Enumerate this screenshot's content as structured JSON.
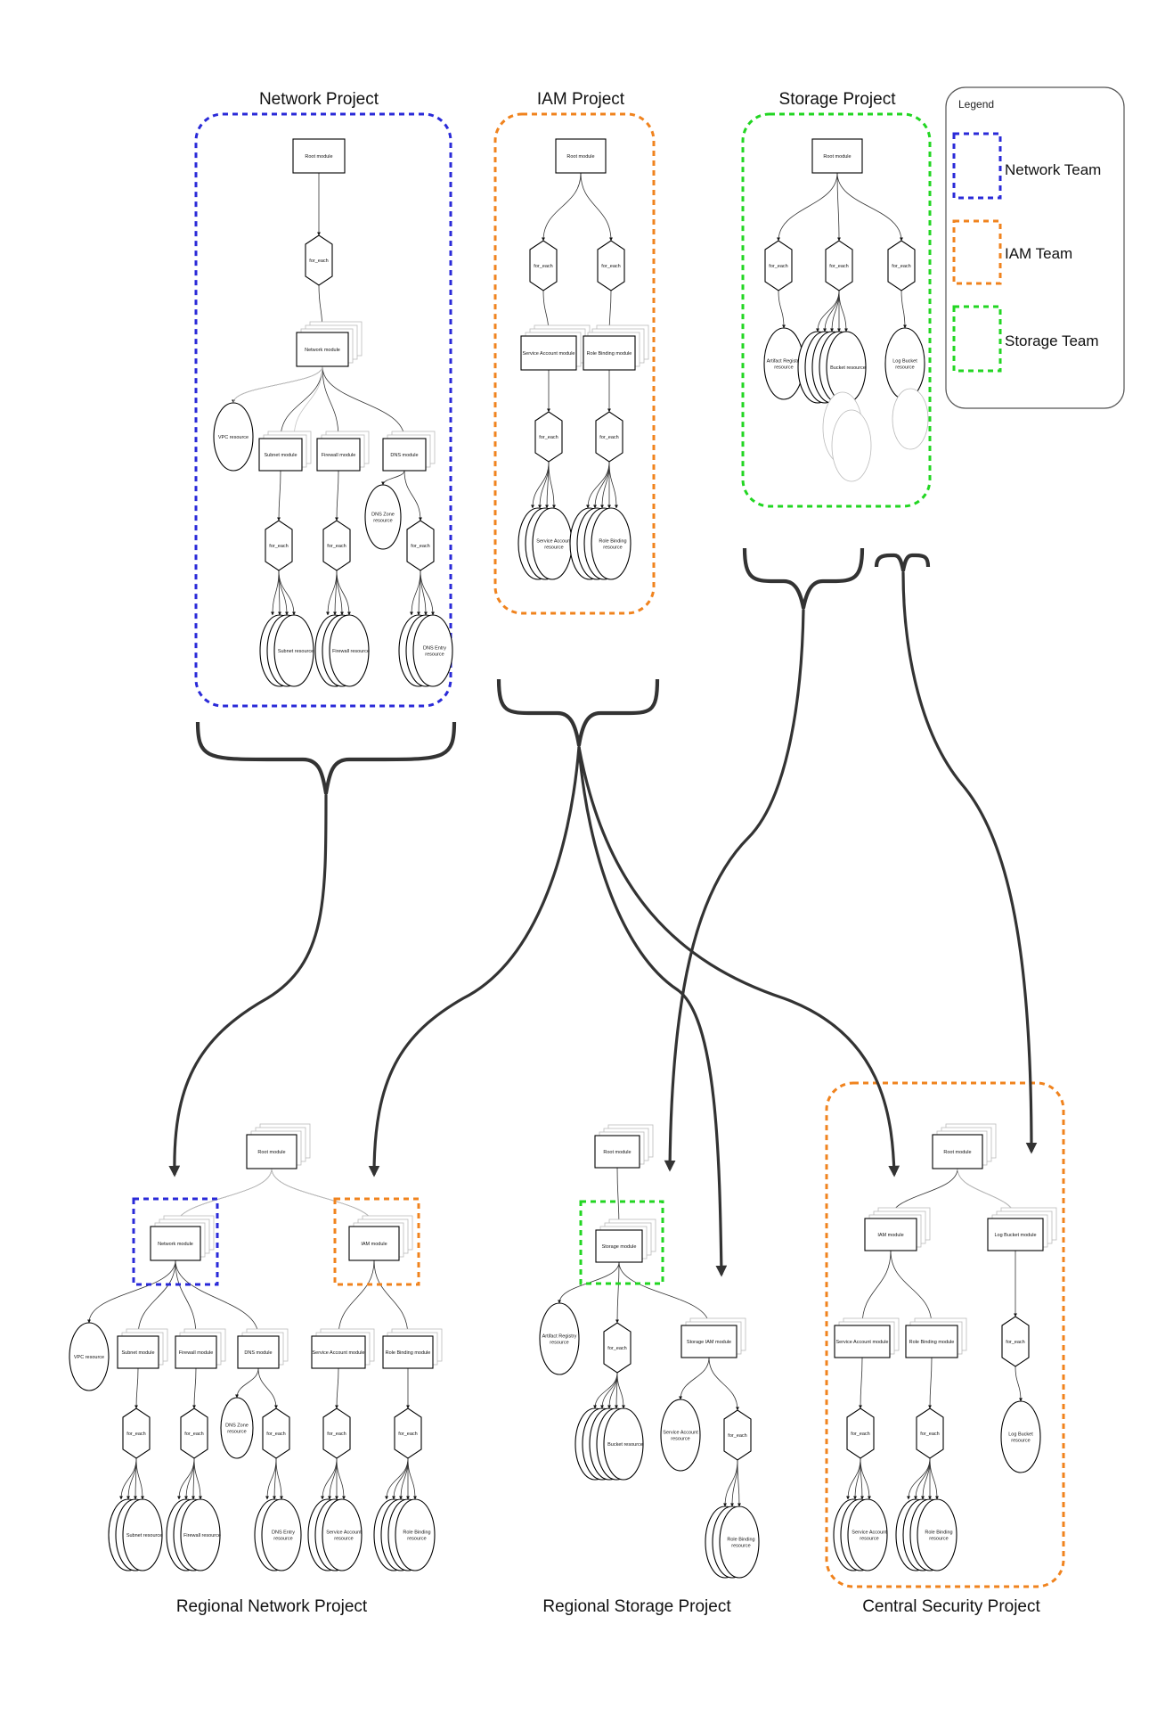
{
  "titles": {
    "network_project": "Network Project",
    "iam_project": "IAM Project",
    "storage_project": "Storage Project",
    "regional_network_project": "Regional Network Project",
    "regional_storage_project": "Regional Storage Project",
    "central_security_project": "Central Security Project"
  },
  "legend": {
    "title": "Legend",
    "items": [
      {
        "label": "Network Team",
        "color": "#2a2ad8"
      },
      {
        "label": "IAM Team",
        "color": "#f0831e"
      },
      {
        "label": "Storage Team",
        "color": "#22d622"
      }
    ]
  },
  "colors": {
    "network": "#2a2ad8",
    "iam": "#f0831e",
    "storage": "#22d622",
    "line": "#333333"
  },
  "labels": {
    "root_module": "Root module",
    "for_each": "for_each",
    "network_module": "Network module",
    "vpc_resource": "VPC resource",
    "subnet_module": "Subnet module",
    "firewall_module": "Firewall module",
    "dns_module": "DNS module",
    "dns_zone_1": "DNS Zone",
    "dns_zone_2": "resource",
    "subnet_resource": "Subnet resource",
    "firewall_resource": "Firewall resource",
    "dns_entry_1": "DNS Entry",
    "dns_entry_2": "resource",
    "service_account_module": "Service Account module",
    "role_binding_module": "Role Binding module",
    "service_account_resource_1": "Service Account",
    "service_account_resource_2": "resource",
    "role_binding_resource_1": "Role Binding",
    "role_binding_resource_2": "resource",
    "artifact_registry_1": "Artifact Registry",
    "artifact_registry_2": "resource",
    "bucket_resource": "Bucket resource",
    "log_bucket_1": "Log Bucket",
    "log_bucket_2": "resource",
    "iam_module": "IAM module",
    "storage_module": "Storage module",
    "storage_iam_module": "Storage IAM module",
    "log_bucket_module": "Log Bucket module",
    "stack_sub": "Sub",
    "stack_fir": "Fir",
    "stack_ser": "Ser",
    "stack_rol": "Rol",
    "stack_bu": "Bu"
  }
}
